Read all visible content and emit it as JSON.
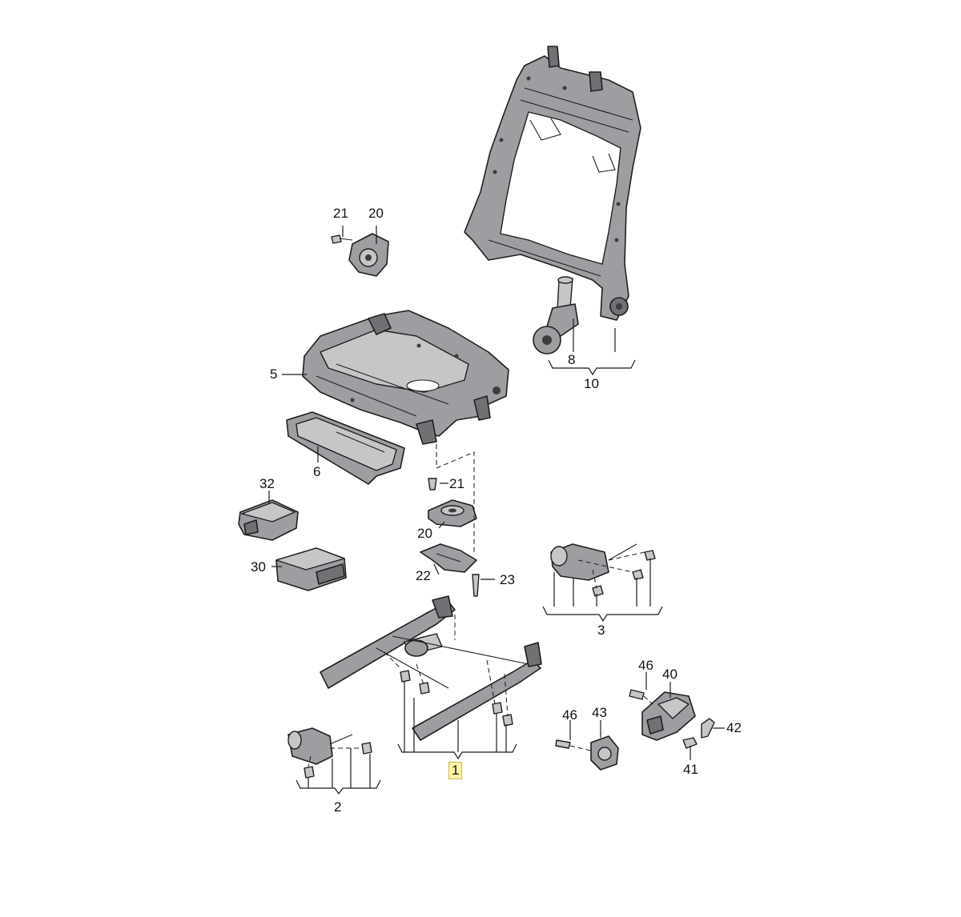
{
  "callouts": {
    "c1": "1",
    "c2": "2",
    "c3": "3",
    "c5": "5",
    "c6": "6",
    "c8": "8",
    "c10": "10",
    "c20a": "20",
    "c21a": "21",
    "c20b": "20",
    "c21b": "21",
    "c22": "22",
    "c23": "23",
    "c30": "30",
    "c32": "32",
    "c40": "40",
    "c41": "41",
    "c42": "42",
    "c43": "43",
    "c46a": "46",
    "c46b": "46"
  },
  "colors": {
    "highlight_fill": "#fff3a6",
    "part_fill": "#9c9ea1",
    "outline": "#1f1f1f"
  }
}
